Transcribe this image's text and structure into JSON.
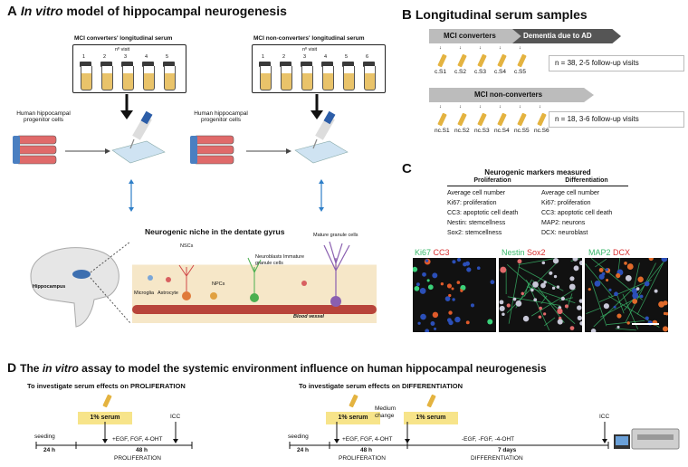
{
  "panelA": {
    "letter": "A",
    "title_em": "In vitro",
    "title_rest": "model of hippocampal neurogenesis",
    "conv_label": "MCI converters' longitudinal serum",
    "nonconv_label": "MCI non-converters' longitudinal  serum",
    "visit_label": "nº visit",
    "conv_visits": [
      "1",
      "2",
      "3",
      "4",
      "5"
    ],
    "nonconv_visits": [
      "1",
      "2",
      "3",
      "4",
      "5",
      "6"
    ],
    "progenitor_label": "Human hippocampal progenitor cells",
    "niche_title": "Neurogenic niche in the dentate gyrus",
    "hippocampus": "Hippocampus",
    "cells": {
      "nscs": "NSCs",
      "npcs": "NPCs",
      "microglia": "Microglia",
      "astrocyte": "Astrocyte",
      "neuroblasts": "Neuroblasts Immature granule cells",
      "mature": "Mature granule cells",
      "vessel": "Blood vessel"
    }
  },
  "panelB": {
    "letter": "B",
    "title": "Longitudinal serum samples",
    "conv_arrow": "MCI converters",
    "dementia_arrow": "Dementia due to  AD",
    "conv_samples": [
      "c.S1",
      "c.S2",
      "c.S3",
      "c.S4",
      "c.S5"
    ],
    "conv_n": "n = 38, 2-5 follow-up visits",
    "nonconv_arrow": "MCI non-converters",
    "nonconv_samples": [
      "nc.S1",
      "nc.S2",
      "nc.S3",
      "nc.S4",
      "nc.S5",
      "nc.S6"
    ],
    "nonconv_n": "n = 18, 3-6 follow-up visits"
  },
  "panelC": {
    "letter": "C",
    "title": "Neurogenic markers measured",
    "col1_head": "Proliferation",
    "col2_head": "Differentiation",
    "col1": [
      "Average cell number",
      "Ki67: proliferation",
      "CC3: apoptotic cell death",
      "Nestin: stemcellness",
      "Sox2: stemcellness"
    ],
    "col2": [
      "Average cell number",
      "Ki67: proliferation",
      "CC3: apoptotic cell death",
      "MAP2: neurons",
      "DCX: neuroblast"
    ],
    "images": [
      {
        "label_a": "Ki67",
        "label_b": "CC3",
        "color_a": "#3ad17a",
        "color_b": "#e03a3a"
      },
      {
        "label_a": "Nestin",
        "label_b": "Sox2",
        "color_a": "#3ad17a",
        "color_b": "#e03a3a"
      },
      {
        "label_a": "MAP2",
        "label_b": "DCX",
        "color_a": "#3ad17a",
        "color_b": "#e03a3a"
      }
    ]
  },
  "panelD": {
    "letter": "D",
    "title_pre": "The",
    "title_em": "in vitro",
    "title_rest": "assay to model the systemic environment influence on human hippocampal neurogenesis",
    "prolif_title": "To investigate serum effects on PROLIFERATION",
    "diff_title": "To investigate serum effects on DIFFERENTIATION",
    "serum": "1% serum",
    "seeding": "seeding",
    "icc": "ICC",
    "egf_plus": "+EGF, FGF, 4-OHT",
    "egf_minus": "-EGF, -FGF, -4-OHT",
    "h24": "24 h",
    "h48": "48 h",
    "prolif": "PROLIFERATION",
    "days7": "7 days",
    "diff": "DIFFERENTIATION",
    "medium_change": "Medium change"
  }
}
